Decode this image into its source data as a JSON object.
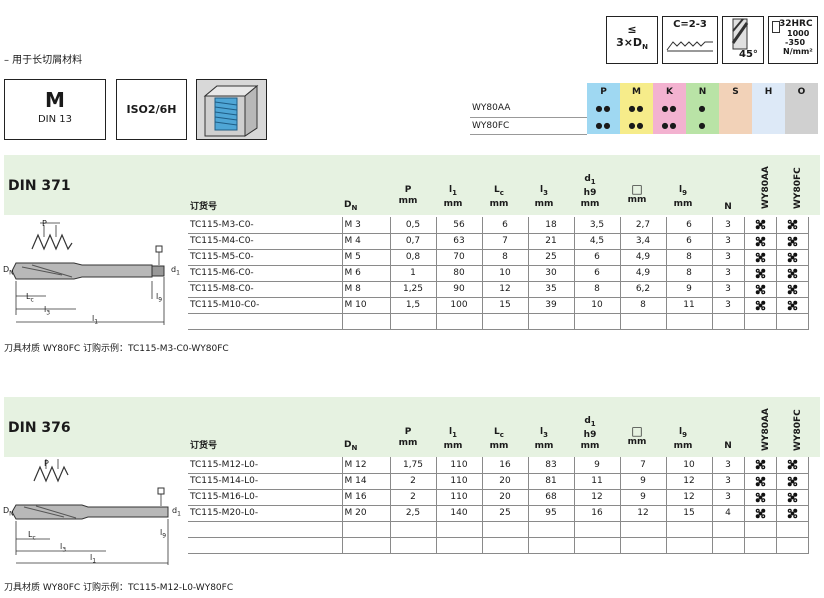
{
  "subtitle": "– 用于长切屑材料",
  "material_group": {
    "letter": "M",
    "standard": "DIN 13"
  },
  "tolerance": "ISO2/6H",
  "icons": {
    "thread_depth": {
      "line1": "≤",
      "line2": "3×D",
      "sub": "N"
    },
    "chamfer": {
      "label": "C=2-3"
    },
    "helix": {
      "label": "45°"
    },
    "hardness": {
      "line1": "32HRC",
      "line2": "1000",
      "line3": "-350",
      "line4": "N/mm²"
    }
  },
  "materials": {
    "columns": [
      "P",
      "M",
      "K",
      "N",
      "S",
      "H",
      "O"
    ],
    "colors": [
      "#9fd8f2",
      "#f6ec8a",
      "#f3b2d0",
      "#b9e3a6",
      "#f2d2b8",
      "#dde9f7",
      "#d0d0d0"
    ],
    "rows": [
      {
        "grade": "WY80AA",
        "values": [
          "●●",
          "●●",
          "●●",
          "●",
          "",
          "",
          ""
        ]
      },
      {
        "grade": "WY80FC",
        "values": [
          "●●",
          "●●",
          "●●",
          "●",
          "",
          "",
          ""
        ]
      }
    ]
  },
  "headers": {
    "order": "订货号",
    "dn": "D",
    "dn_sub": "N",
    "p": [
      "P",
      "mm"
    ],
    "l1": [
      "l",
      "1",
      "mm"
    ],
    "lc": [
      "L",
      "c",
      "mm"
    ],
    "l3": [
      "l",
      "3",
      "mm"
    ],
    "d1": [
      "d",
      "1",
      "h9",
      "mm"
    ],
    "sq": [
      "□",
      "mm"
    ],
    "l9": [
      "l",
      "9",
      "mm"
    ],
    "n": "N",
    "g1": "WY80AA",
    "g2": "WY80FC"
  },
  "sections": [
    {
      "title": "DIN 371",
      "note": "刀具材质 WY80FC 订购示例：TC115-M3-C0-WY80FC",
      "rows": [
        {
          "order": "TC115-M3-C0-",
          "dn": "M 3",
          "p": "0,5",
          "l1": "56",
          "lc": "6",
          "l3": "18",
          "d1": "3,5",
          "sq": "2,7",
          "l9": "6",
          "n": "3"
        },
        {
          "order": "TC115-M4-C0-",
          "dn": "M 4",
          "p": "0,7",
          "l1": "63",
          "lc": "7",
          "l3": "21",
          "d1": "4,5",
          "sq": "3,4",
          "l9": "6",
          "n": "3"
        },
        {
          "order": "TC115-M5-C0-",
          "dn": "M 5",
          "p": "0,8",
          "l1": "70",
          "lc": "8",
          "l3": "25",
          "d1": "6",
          "sq": "4,9",
          "l9": "8",
          "n": "3"
        },
        {
          "order": "TC115-M6-C0-",
          "dn": "M 6",
          "p": "1",
          "l1": "80",
          "lc": "10",
          "l3": "30",
          "d1": "6",
          "sq": "4,9",
          "l9": "8",
          "n": "3"
        },
        {
          "order": "TC115-M8-C0-",
          "dn": "M 8",
          "p": "1,25",
          "l1": "90",
          "lc": "12",
          "l3": "35",
          "d1": "8",
          "sq": "6,2",
          "l9": "9",
          "n": "3"
        },
        {
          "order": "TC115-M10-C0-",
          "dn": "M 10",
          "p": "1,5",
          "l1": "100",
          "lc": "15",
          "l3": "39",
          "d1": "10",
          "sq": "8",
          "l9": "11",
          "n": "3"
        }
      ]
    },
    {
      "title": "DIN 376",
      "note": "刀具材质 WY80FC 订购示例：TC115-M12-L0-WY80FC",
      "rows": [
        {
          "order": "TC115-M12-L0-",
          "dn": "M 12",
          "p": "1,75",
          "l1": "110",
          "lc": "16",
          "l3": "83",
          "d1": "9",
          "sq": "7",
          "l9": "10",
          "n": "3"
        },
        {
          "order": "TC115-M14-L0-",
          "dn": "M 14",
          "p": "2",
          "l1": "110",
          "lc": "20",
          "l3": "81",
          "d1": "11",
          "sq": "9",
          "l9": "12",
          "n": "3"
        },
        {
          "order": "TC115-M16-L0-",
          "dn": "M 16",
          "p": "2",
          "l1": "110",
          "lc": "20",
          "l3": "68",
          "d1": "12",
          "sq": "9",
          "l9": "12",
          "n": "3"
        },
        {
          "order": "TC115-M20-L0-",
          "dn": "M 20",
          "p": "2,5",
          "l1": "140",
          "lc": "25",
          "l3": "95",
          "d1": "16",
          "sq": "12",
          "l9": "15",
          "n": "4"
        }
      ]
    }
  ],
  "drawing_labels": {
    "p": "P",
    "dn": "D",
    "dn_sub": "N",
    "d1": "d",
    "d1_sub": "1",
    "l9": "l",
    "l9_sub": "9",
    "lc": "L",
    "lc_sub": "c",
    "l3": "l",
    "l3_sub": "3",
    "l1": "l",
    "l1_sub": "1"
  }
}
